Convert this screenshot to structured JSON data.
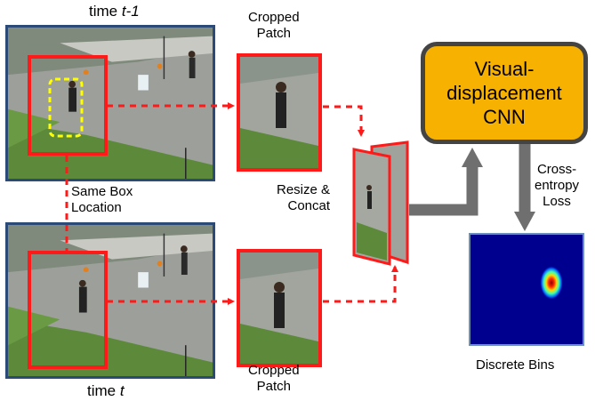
{
  "labels": {
    "time_prev_prefix": "time ",
    "time_prev_var": "t-1",
    "time_cur_prefix": "time ",
    "time_cur_var": "t",
    "cropped_top_line1": "Cropped",
    "cropped_top_line2": "Patch",
    "cropped_bottom_line1": "Cropped",
    "cropped_bottom_line2": "Patch",
    "same_box_line1": "Same Box",
    "same_box_line2": "Location",
    "resize_line1": "Resize &",
    "resize_line2": "Concat",
    "cnn_line1": "Visual-",
    "cnn_line2": "displacement",
    "cnn_line3": "CNN",
    "loss_line1": "Cross-",
    "loss_line2": "entropy",
    "loss_line3": "Loss",
    "bins": "Discrete Bins"
  },
  "colors": {
    "box_red": "#ff1a1a",
    "target_yellow": "#ffff00",
    "frame_border": "#2b4a78",
    "cnn_fill": "#f7b100",
    "arrow_gray": "#6f6f6f",
    "heatmap_bg": "#00008f"
  }
}
